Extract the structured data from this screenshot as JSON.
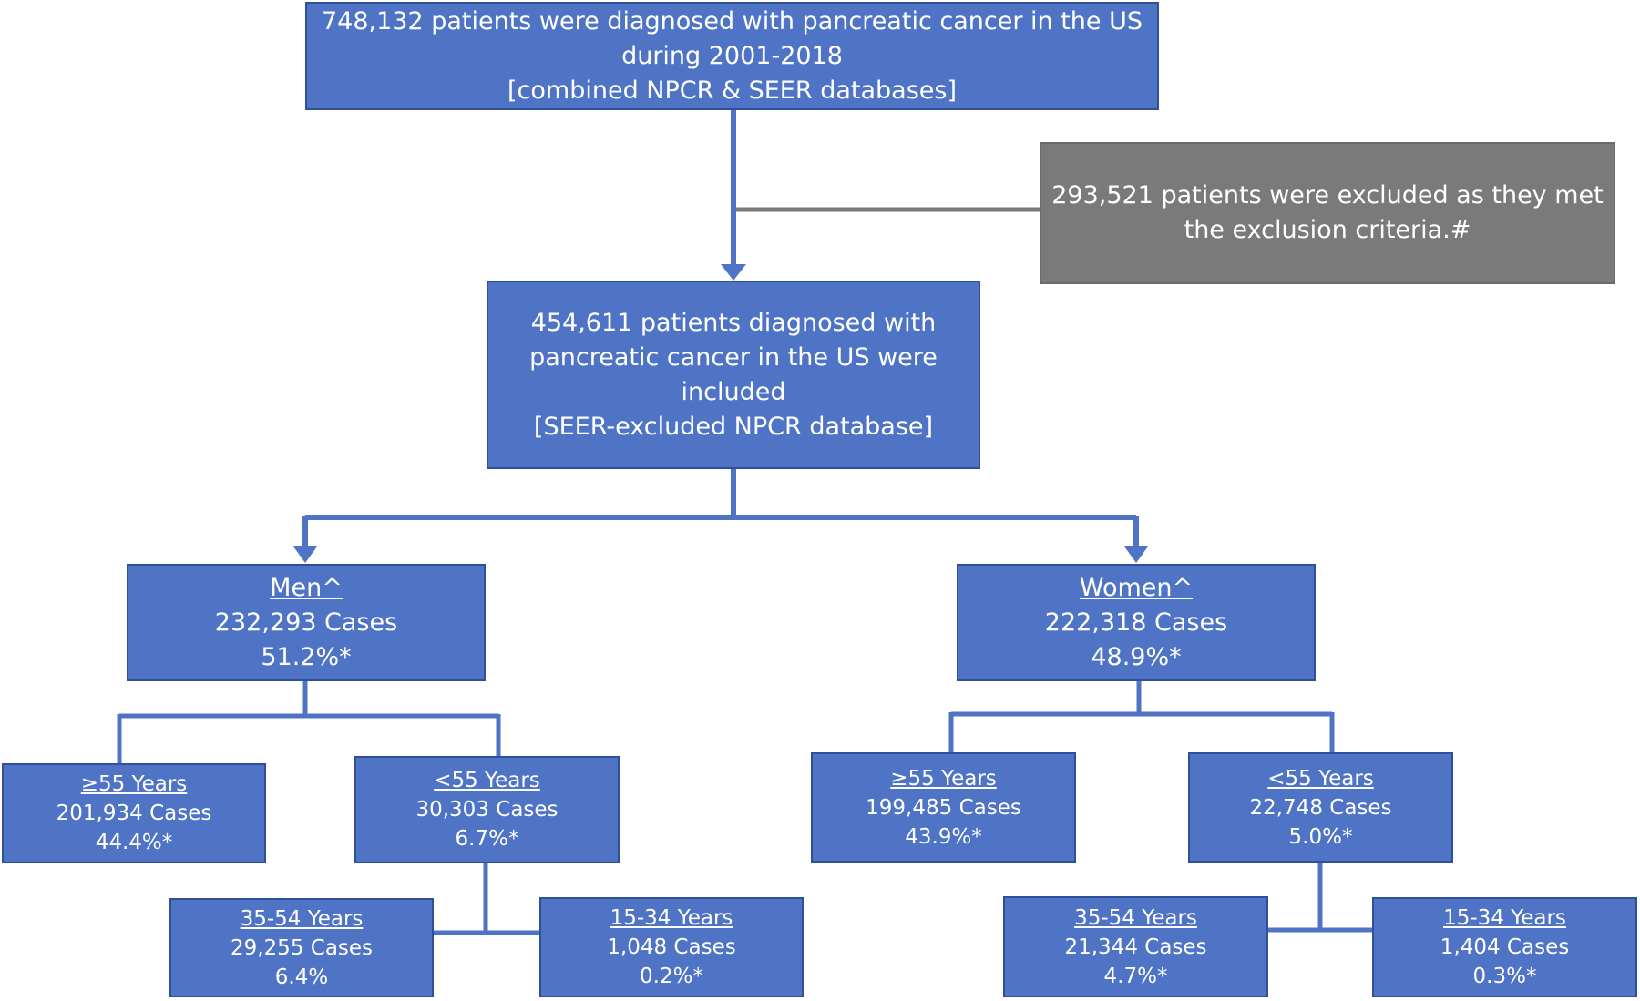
{
  "colors": {
    "box_fill": "#4f74c6",
    "box_border": "#2f4f99",
    "excluded_fill": "#7a7a7a",
    "connector": "#4f74c6",
    "excluded_connector": "#7a7a7a"
  },
  "top": {
    "line1": "748,132 patients were diagnosed with pancreatic cancer in the US",
    "line2": "during 2001-2018",
    "line3": "[combined NPCR & SEER databases]"
  },
  "excluded": {
    "line1": "293,521 patients were excluded as they met",
    "line2": "the exclusion criteria.#"
  },
  "included": {
    "line1": "454,611 patients diagnosed with",
    "line2": "pancreatic cancer in the US were",
    "line3": "included",
    "line4": "[SEER-excluded NPCR database]"
  },
  "men": {
    "title": "Men^",
    "cases": "232,293 Cases",
    "pct": "51.2%*"
  },
  "women": {
    "title": "Women^",
    "cases": "222,318 Cases",
    "pct": "48.9%*"
  },
  "men_ge55": {
    "title": "≥55 Years",
    "cases": "201,934 Cases",
    "pct": "44.4%*"
  },
  "men_lt55": {
    "title": "<55 Years",
    "cases": "30,303 Cases",
    "pct": "6.7%*"
  },
  "men_35_54": {
    "title": "35-54 Years",
    "cases": "29,255 Cases",
    "pct": "6.4%"
  },
  "men_15_34": {
    "title": "15-34 Years",
    "cases": "1,048 Cases",
    "pct": "0.2%*"
  },
  "women_ge55": {
    "title": "≥55 Years",
    "cases": "199,485 Cases",
    "pct": "43.9%*"
  },
  "women_lt55": {
    "title": "<55 Years",
    "cases": "22,748 Cases",
    "pct": "5.0%*"
  },
  "women_35_54": {
    "title": "35-54 Years",
    "cases": "21,344 Cases",
    "pct": "4.7%*"
  },
  "women_15_34": {
    "title": "15-34 Years",
    "cases": "1,404 Cases",
    "pct": "0.3%*"
  }
}
